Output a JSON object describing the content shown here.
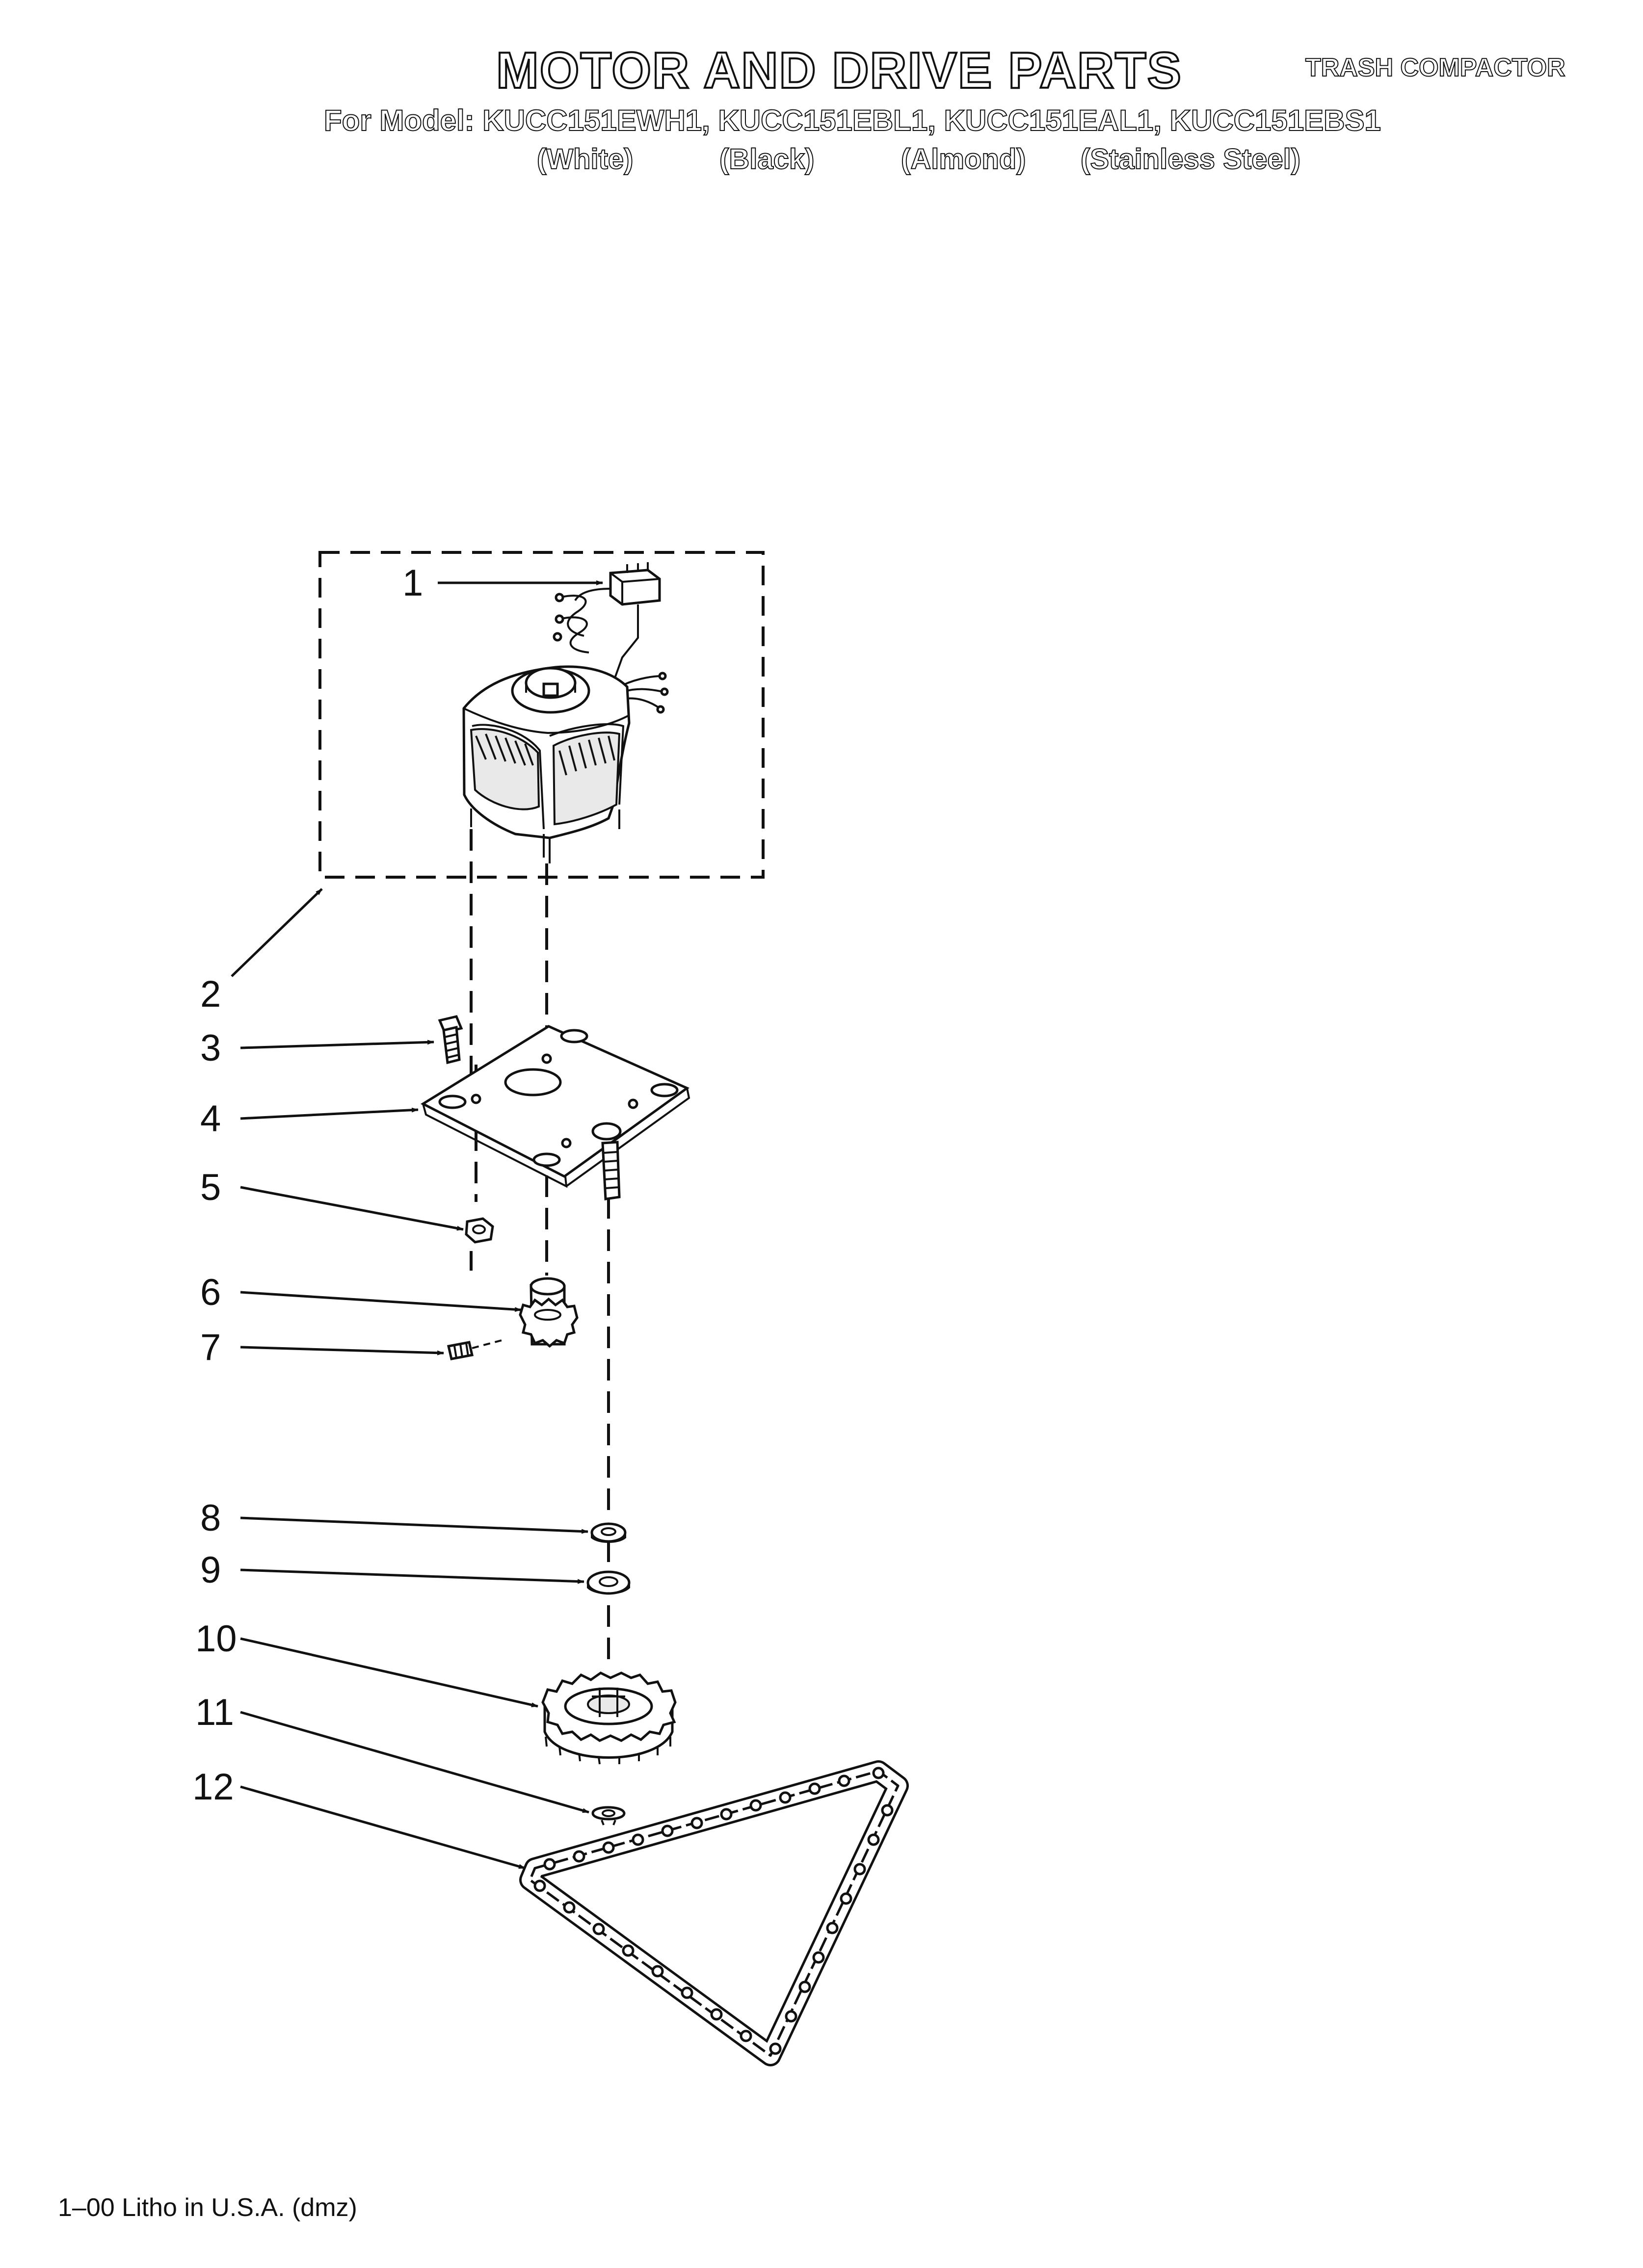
{
  "header": {
    "title": "MOTOR AND DRIVE PARTS",
    "category": "TRASH COMPACTOR",
    "model_line": "For Model: KUCC151EWH1, KUCC151EBL1, KUCC151EAL1, KUCC151EBS1",
    "variants": [
      "(White)",
      "(Black)",
      "(Almond)",
      "(Stainless Steel)"
    ]
  },
  "diagram": {
    "callouts": [
      "1",
      "2",
      "3",
      "4",
      "5",
      "6",
      "7",
      "8",
      "9",
      "10",
      "11",
      "12"
    ]
  },
  "footer": {
    "litho": "1–00 Litho in U.S.A. (dmz)"
  }
}
